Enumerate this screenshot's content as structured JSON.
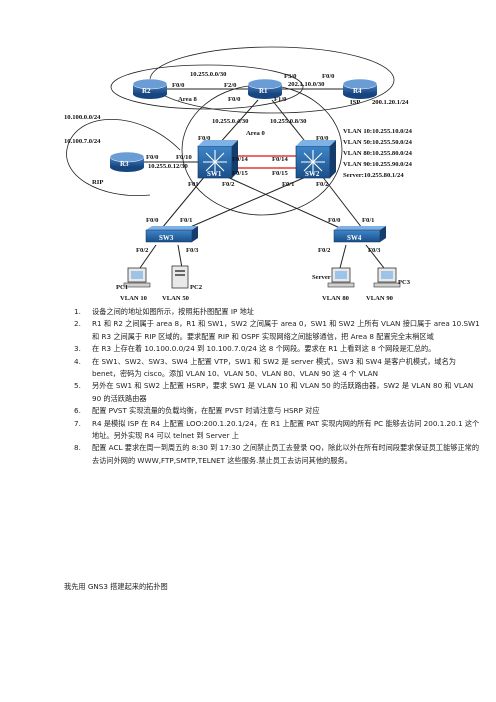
{
  "diagram": {
    "devices": {
      "r1": "R1",
      "r2": "R2",
      "r3": "R3",
      "r4": "R4",
      "sw1": "SW1",
      "sw2": "SW2",
      "sw3": "SW3",
      "sw4": "SW4",
      "pc1": "PC1",
      "pc2": "PC2",
      "pc3": "PC3",
      "server": "Server"
    },
    "areas": {
      "area8": "Area 8",
      "area0": "Area 0",
      "rip": "RIP",
      "isp": "ISP"
    },
    "networks": {
      "n_r1r2": "10.255.0.0/30",
      "n_r1r4": "202.1.10.0/30",
      "n_isp": "200.1.20.1/24",
      "n_r1sw1": "10.255.0.4/30",
      "n_r1sw2": "10.255.0.8/30",
      "n_rip1": "10.100.0.0/24",
      "n_rip2": "10.100.7.0/24",
      "n_r3sw1": "10.255.0.12/30"
    },
    "ports": {
      "r2_f00": "F0/0",
      "r1_f20": "F2/0",
      "r1_f30": "F3/0",
      "r4_f00": "F0/0",
      "r1_f00": "F0/0",
      "r1_f10": "F1/0",
      "sw1_f00": "F0/0",
      "sw1_f10": "F0/10",
      "sw1_f14": "F0/14",
      "sw1_f15": "F0/15",
      "sw1_f01": "F01",
      "sw1_f02": "F0/2",
      "sw2_f00": "F0/0",
      "sw2_f14": "F0/14",
      "sw2_f15": "F0/15",
      "sw2_f01": "F0/1",
      "sw2_f02": "F0/2",
      "r3_f00": "F0/0",
      "sw3_f00": "F0/0",
      "sw3_f01": "F0/1",
      "sw3_f02": "F0/2",
      "sw3_f03": "F0/3",
      "sw4_f00": "F0/0",
      "sw4_f01": "F0/1",
      "sw4_f02": "F0/2",
      "sw4_f03": "F0/3"
    },
    "vlan_info": [
      "VLAN 10:10.255.10.0/24",
      "VLAN 50:10.255.50.0/24",
      "VLAN 80:10.255.80.0/24",
      "VLAN 90:10.255.90.0/24",
      "Server:10.255.80.1/24"
    ],
    "host_vlans": {
      "pc1": "VLAN 10",
      "pc2": "VLAN 50",
      "server": "VLAN 80",
      "pc3": "VLAN 90"
    }
  },
  "requirements": [
    {
      "num": "1.",
      "text": "设备之间的地址如图所示，按照拓扑图配置 IP 地址"
    },
    {
      "num": "2.",
      "text": "R1 和 R2 之间属于 area 8，R1 和 SW1，SW2 之间属于 area 0，SW1 和 SW2 上所有 VLAN 接口属于 area 10.SW1 和 R3 之间属于 RIP 区域的。要求配置 RIP 和 OSPF 实现网络之间能够通信，把 Area 8 配置完全末梢区域"
    },
    {
      "num": "3.",
      "text": "在 R3 上存在着 10.100.0.0/24 到 10.100.7.0/24 这 8 个网段。要求在 R1 上看到这 8 个网段是汇总的。"
    },
    {
      "num": "4.",
      "text": "在 SW1、SW2、SW3、SW4 上配置 VTP，SW1 和 SW2 是 server 模式，SW3 和 SW4 是客户机模式，域名为 benet，密码为 cisco。添加 VLAN 10、VLAN 50、VLAN 80、VLAN 90 这 4 个 VLAN"
    },
    {
      "num": "5.",
      "text": "另外在 SW1 和 SW2 上配置 HSRP，要求 SW1 是 VLAN 10 和 VLAN 50 的活跃路由器，SW2 是 VLAN 80 和 VLAN 90 的活跃路由器"
    },
    {
      "num": "6.",
      "text": "配置 PVST 实现流量的负载均衡，在配置 PVST 时请注意与 HSRP 对应"
    },
    {
      "num": "7.",
      "text": "R4 是模拟 ISP 在 R4 上配置 LOO:200.1.20.1/24，在 R1 上配置 PAT 实现内网的所有 PC 能够去访问 200.1.20.1 这个地址。另外实现 R4 可以 telnet 到 Server 上"
    },
    {
      "num": "8.",
      "text": "配置 ACL 要求在周一到周五的 8:30 到 17:30 之间禁止员工去登录 QQ，除此以外在所有时间段要求保证员工能够正常的去访问外网的 WWW,FTP,SMTP,TELNET 这些服务.禁止员工去访问其他的服务。"
    }
  ],
  "footnote": "我先用 GNS3 搭建起来的拓扑图"
}
